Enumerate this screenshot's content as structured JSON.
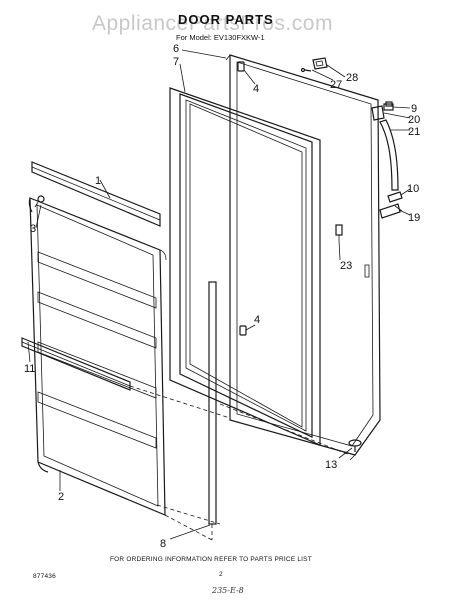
{
  "watermark": "AppliancePartsPros.com",
  "header": {
    "title": "DOOR PARTS",
    "model": "For Model: EV130FXKW-1"
  },
  "callouts": {
    "c1": "1",
    "c2": "2",
    "c3": "3",
    "c4a": "4",
    "c4b": "4",
    "c6": "6",
    "c7": "7",
    "c8": "8",
    "c9": "9",
    "c10": "10",
    "c11": "11",
    "c13": "13",
    "c19": "19",
    "c20": "20",
    "c21": "21",
    "c23": "23",
    "c27": "27",
    "c28": "28"
  },
  "footer": {
    "ordering_note": "FOR ORDERING INFORMATION REFER TO PARTS PRICE LIST",
    "page_number": "2",
    "doc_code": "877436",
    "handwritten": "235-E-8"
  }
}
